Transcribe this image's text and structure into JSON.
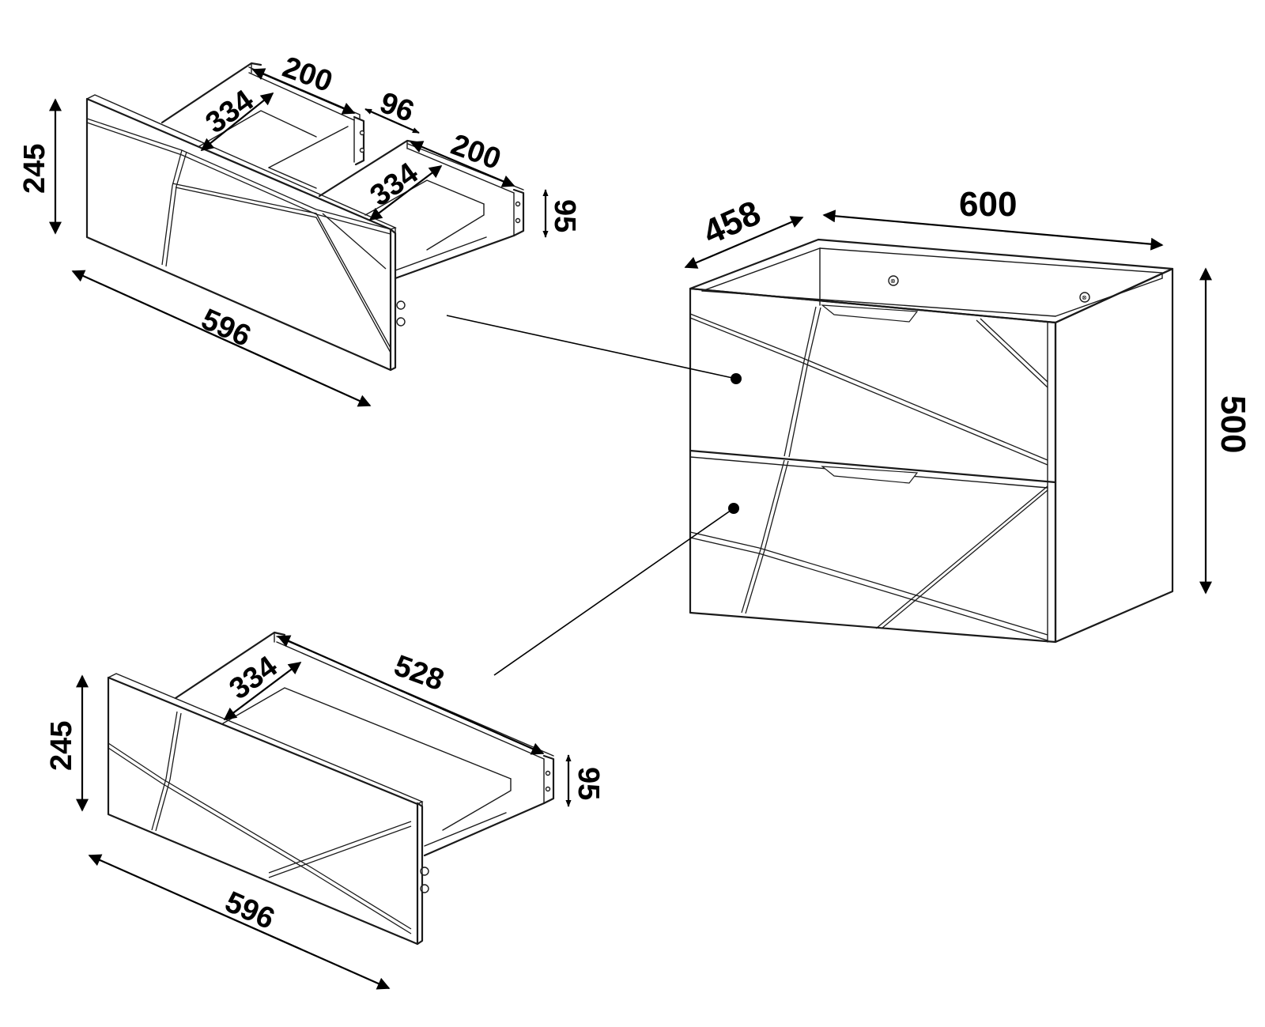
{
  "drawer_top": {
    "height": "245",
    "width": "596",
    "left_compartment_width": "200",
    "left_compartment_depth": "334",
    "divider_gap": "96",
    "right_compartment_width": "200",
    "right_compartment_depth": "334",
    "side_height": "95"
  },
  "cabinet": {
    "depth": "458",
    "width": "600",
    "height": "500"
  },
  "drawer_bottom": {
    "height": "245",
    "width": "596",
    "inner_depth": "334",
    "inner_length": "528",
    "side_height": "95"
  }
}
